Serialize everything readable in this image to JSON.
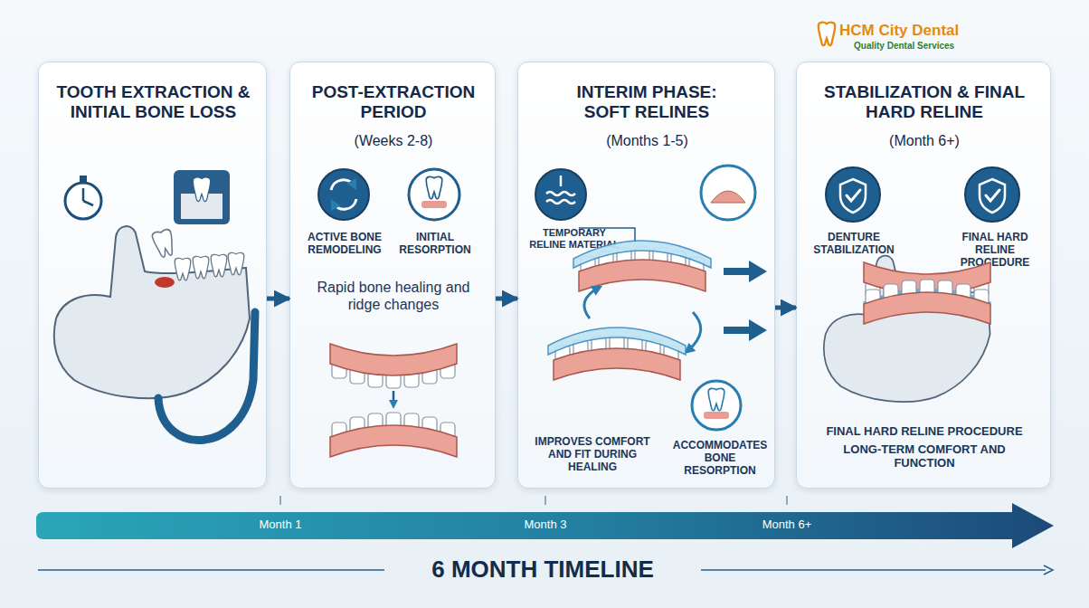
{
  "diagram": {
    "caption": "6 MONTH TIMELINE",
    "nodes": [
      {
        "text": [
          "TOOTH EXTRACTION & INITIAL BONE LOSS"
        ]
      },
      {
        "text": [
          "POST-EXTRACTION PERIOD",
          "(Weeks 2-8)",
          "ACTIVE BONE REMODELING",
          "INITIAL RESORPTION",
          "Rapid bone healing and ridge changes"
        ]
      },
      {
        "text": [
          "INTERIM PHASE: SOFT RELINES",
          "(Months 1-5)",
          "TEMPORARY RELINE MATERIAL",
          "IMPROVES COMFORT AND FIT DURING HEALING",
          "ACCOMMODATES BONE RESORPTION"
        ]
      },
      {
        "text": [
          "STABILIZATION & FINAL HARD RELINE",
          "(Month 6+)",
          "DENTURE STABILIZATION",
          "FINAL HARD RELINE PROCEDURE",
          "FINAL HARD RELINE PROCEDURE",
          "LONG-TERM COMFORT AND FUNCTION"
        ]
      },
      {
        "text": [
          "Month 1",
          "Month 3",
          "Month 6+"
        ]
      }
    ],
    "edges": [
      {
        "from": 0,
        "to": 1,
        "arrow": "to"
      },
      {
        "from": 1,
        "to": 2,
        "arrow": "to"
      },
      {
        "from": 2,
        "to": 3,
        "arrow": "to"
      }
    ],
    "labels": [
      "HCM City Dental",
      "Quality Dental Services"
    ]
  }
}
